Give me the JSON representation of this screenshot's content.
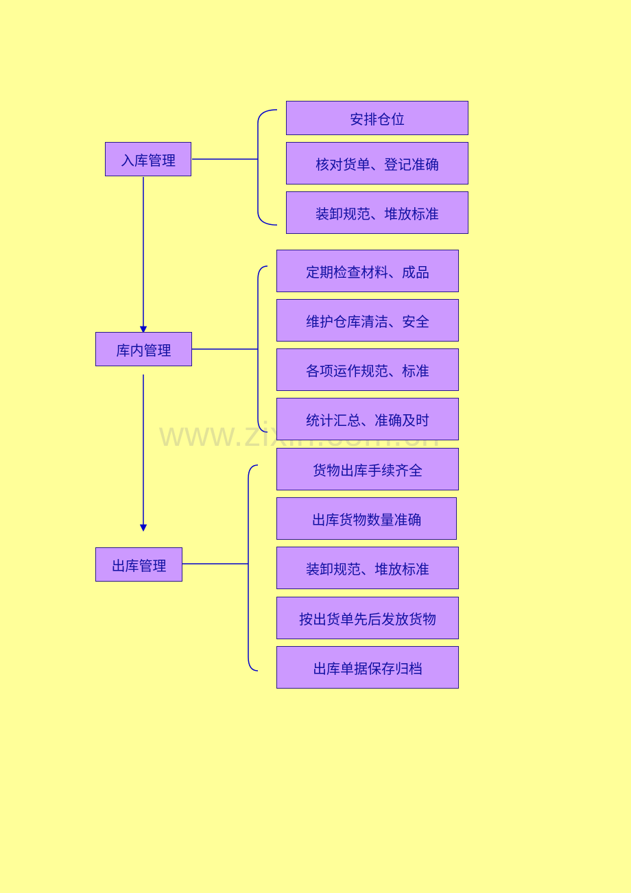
{
  "stages": {
    "inbound": {
      "label": "入库管理",
      "items": [
        "安排仓位",
        "核对货单、登记准确",
        "装卸规范、堆放标准"
      ]
    },
    "storage": {
      "label": "库内管理",
      "items": [
        "定期检查材料、成品",
        "维护仓库清洁、安全",
        "各项运作规范、标准",
        "统计汇总、准确及时"
      ]
    },
    "outbound": {
      "label": "出库管理",
      "items": [
        "货物出库手续齐全",
        "出库货物数量准确",
        "装卸规范、堆放标准",
        "按出货单先后发放货物",
        "出库单据保存归档"
      ]
    }
  },
  "watermark": "www.zixin.com.cn",
  "colors": {
    "background": "#ffff99",
    "box_fill": "#cc99ff",
    "line": "#0000cc",
    "text": "#1010a0"
  }
}
